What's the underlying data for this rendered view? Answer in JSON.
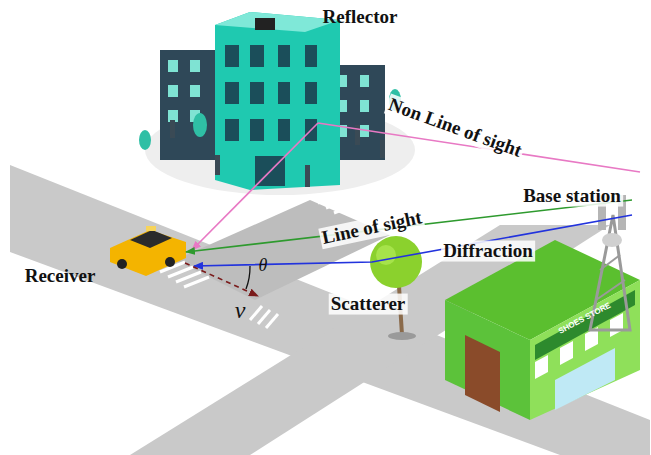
{
  "diagram": {
    "labels": [
      "Reflector",
      "Non Line of sight",
      "Base station",
      "Line of sight",
      "Diffraction",
      "Receiver",
      "Scatterer",
      "θ",
      "v",
      "SHOES STORE"
    ]
  }
}
